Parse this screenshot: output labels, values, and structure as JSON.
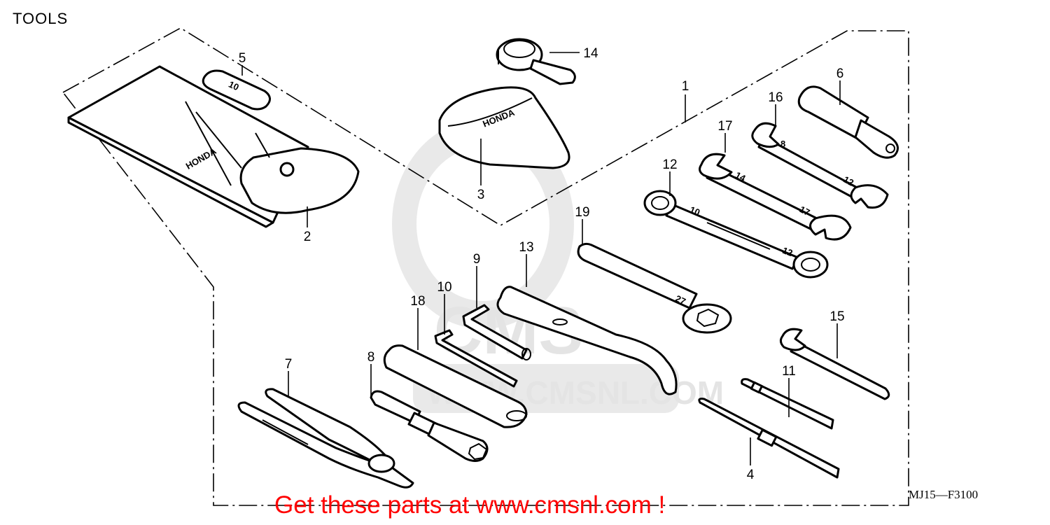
{
  "diagram_title": "TOOLS",
  "diagram_code": "MJ15—F3100",
  "promo_text": "Get these parts at www.cmsnl.com !",
  "watermark": {
    "brand": "CMS",
    "url": "WWW.CMSNL.COM"
  },
  "tool_markings": {
    "pouch": "HONDA",
    "case": "HONDA",
    "tag": "10",
    "wrench_12_a": "10",
    "wrench_12_b": "12",
    "wrench_17_a": "14",
    "wrench_17_b": "17",
    "wrench_16_a": "8",
    "wrench_16_b": "12",
    "wrench_19": "27"
  },
  "callouts": [
    {
      "id": "1",
      "part": "tool-set"
    },
    {
      "id": "2",
      "part": "tool-pouch"
    },
    {
      "id": "3",
      "part": "tool-case"
    },
    {
      "id": "4",
      "part": "screwdriver"
    },
    {
      "id": "5",
      "part": "size-tag"
    },
    {
      "id": "6",
      "part": "screwdriver-grip"
    },
    {
      "id": "7",
      "part": "pliers"
    },
    {
      "id": "8",
      "part": "plug-wrench"
    },
    {
      "id": "9",
      "part": "hex-wrench-large"
    },
    {
      "id": "10",
      "part": "hex-wrench-small"
    },
    {
      "id": "11",
      "part": "screwdriver-blade"
    },
    {
      "id": "12",
      "part": "box-end-wrench"
    },
    {
      "id": "13",
      "part": "pin-spanner"
    },
    {
      "id": "14",
      "part": "adjuster"
    },
    {
      "id": "15",
      "part": "open-end-wrench-small"
    },
    {
      "id": "16",
      "part": "open-end-wrench-8-12"
    },
    {
      "id": "17",
      "part": "open-end-wrench-14-17"
    },
    {
      "id": "18",
      "part": "extension-bar"
    },
    {
      "id": "19",
      "part": "axle-wrench"
    }
  ]
}
